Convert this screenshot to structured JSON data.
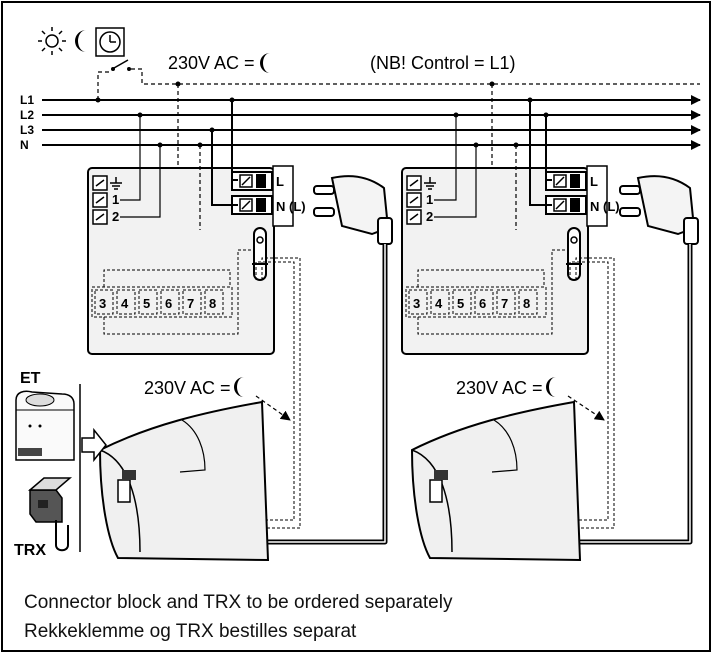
{
  "header": {
    "supply_label": "230V AC = ",
    "note": "(NB! Control = L1)"
  },
  "lines": [
    "L1",
    "L2",
    "L3",
    "N"
  ],
  "heater_block": {
    "terminal_l": "L",
    "terminal_n": "N (L)",
    "terminal_1": "1",
    "terminal_2": "2",
    "terminals_lower": [
      "3",
      "4",
      "5",
      "6",
      "7",
      "8"
    ],
    "supply_label": "230V AC = "
  },
  "accessories": {
    "et_label": "ET",
    "trx_label": "TRX"
  },
  "footer": {
    "line_en": "Connector block and TRX to be ordered separately",
    "line_no": "Rekkeklemme og TRX bestilles separat"
  },
  "colors": {
    "line": "#000000",
    "panel_fill": "#f2f2f2",
    "heater_fill": "#f0f0f0"
  }
}
